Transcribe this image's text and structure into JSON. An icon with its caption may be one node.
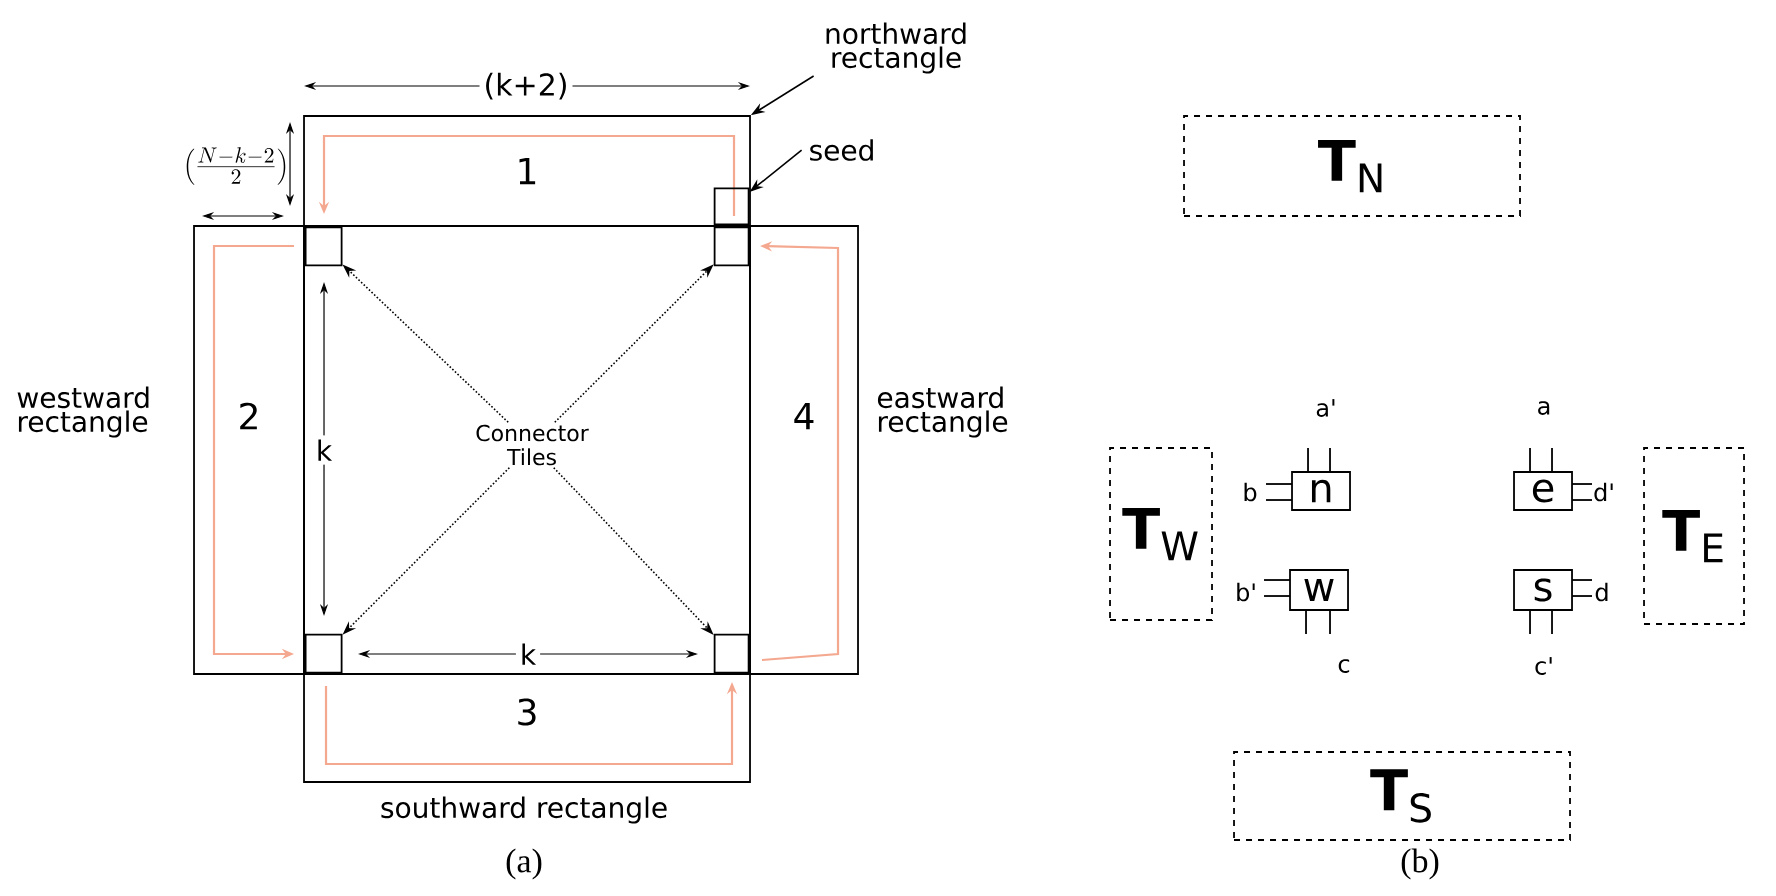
{
  "diagram": {
    "nodes": [
      {
        "text": [
          "1"
        ]
      },
      {
        "text": [
          "2"
        ]
      },
      {
        "text": [],
        "shape": "box"
      },
      {
        "text": [
          "4"
        ]
      },
      {
        "text": [
          "3"
        ]
      },
      {
        "text": [
          "Connector Tiles"
        ],
        "in": 2
      },
      {
        "text": [],
        "shape": "box",
        "in": 2
      },
      {
        "text": [],
        "shape": "box",
        "in": 2
      },
      {
        "text": [],
        "shape": "box",
        "in": 2
      },
      {
        "text": [],
        "shape": "box",
        "in": 2
      },
      {
        "text": [],
        "shape": "box",
        "in": 0
      },
      {
        "text": [
          "northward rectangle"
        ]
      },
      {
        "text": [
          "seed"
        ]
      },
      {
        "text": [
          "**T**$_{N}$"
        ]
      },
      {
        "text": [
          "n"
        ],
        "beside": [
          "a'",
          "b"
        ]
      },
      {
        "text": [
          "e"
        ],
        "beside": [
          "a",
          "d'"
        ]
      },
      {
        "text": [
          "**T**$_{W}$"
        ]
      },
      {
        "text": [
          "w"
        ],
        "beside": [
          "b'",
          "c"
        ]
      },
      {
        "text": [
          "s"
        ],
        "beside": [
          "d",
          "c'"
        ]
      },
      {
        "text": [
          "**T**$_{E}$"
        ]
      },
      {
        "text": [
          "**T**$_{S}$"
        ]
      }
    ],
    "edges": [
      {
        "from": 11,
        "to": 0,
        "arrow": "to"
      },
      {
        "from": 12,
        "to": 10,
        "arrow": "to"
      },
      {
        "from": 5,
        "to": 6,
        "arrow": "to",
        "style": "dashed"
      },
      {
        "from": 5,
        "to": 7,
        "arrow": "to",
        "style": "dashed"
      },
      {
        "from": 5,
        "to": 8,
        "arrow": "to",
        "style": "dashed"
      },
      {
        "from": 5,
        "to": 9,
        "arrow": "to",
        "style": "dashed"
      }
    ],
    "labels": [
      "(k+2)",
      "\\left(\\frac{N-k-2}{2}\\right)",
      "k",
      "k",
      "westward rectangle",
      "eastward rectangle",
      "southward rectangle",
      "(a)",
      "(b)"
    ]
  }
}
